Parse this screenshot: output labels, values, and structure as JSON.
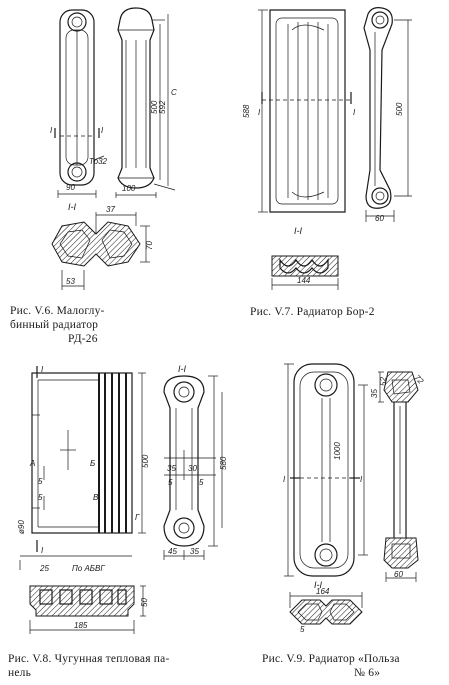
{
  "fig_v6": {
    "caption_line1": "Рис.   V.6.   Малоглу-",
    "caption_line2": "бинный      радиатор",
    "caption_line3": "РД-26",
    "section": "I-I",
    "mark_I": "I",
    "thread": "Тр32",
    "dim_90": "90",
    "dim_100": "100",
    "dim_500": "500",
    "dim_592": "592",
    "dim_c": "С",
    "dim_37": "37",
    "dim_70": "70",
    "dim_53": "53"
  },
  "fig_v7": {
    "caption": "Рис. V.7. Радиатор Бор-2",
    "section": "I-I",
    "mark_I": "I",
    "dim_588": "588",
    "dim_500": "500",
    "dim_60": "60",
    "dim_144": "144"
  },
  "fig_v8": {
    "caption_line1": "Рис.  V.8.  Чугунная  тепловая  па-",
    "caption_line2": "нель",
    "section": "I-I",
    "mark_I": "I",
    "mark_A": "А",
    "mark_B": "Б",
    "mark_V": "В",
    "mark_G": "Г",
    "dim_5": "5",
    "dim_35": "35",
    "dim_30": "30",
    "dim_45": "45",
    "dim_500": "500",
    "dim_580": "580",
    "dim_25": "25",
    "dim_185": "185",
    "dim_50": "50",
    "dim_90": "ø90",
    "po_abvg": "По АБВГ"
  },
  "fig_v9": {
    "caption_line1": "Рис. V.9. Радиатор «Польза",
    "caption_line2": "№ 6»",
    "section": "I-I",
    "mark_I": "I",
    "dim_1000": "1000",
    "dim_52": "52",
    "dim_35": "35",
    "dim_72": "72",
    "dim_60": "60",
    "dim_164": "164",
    "dim_5": "5"
  }
}
